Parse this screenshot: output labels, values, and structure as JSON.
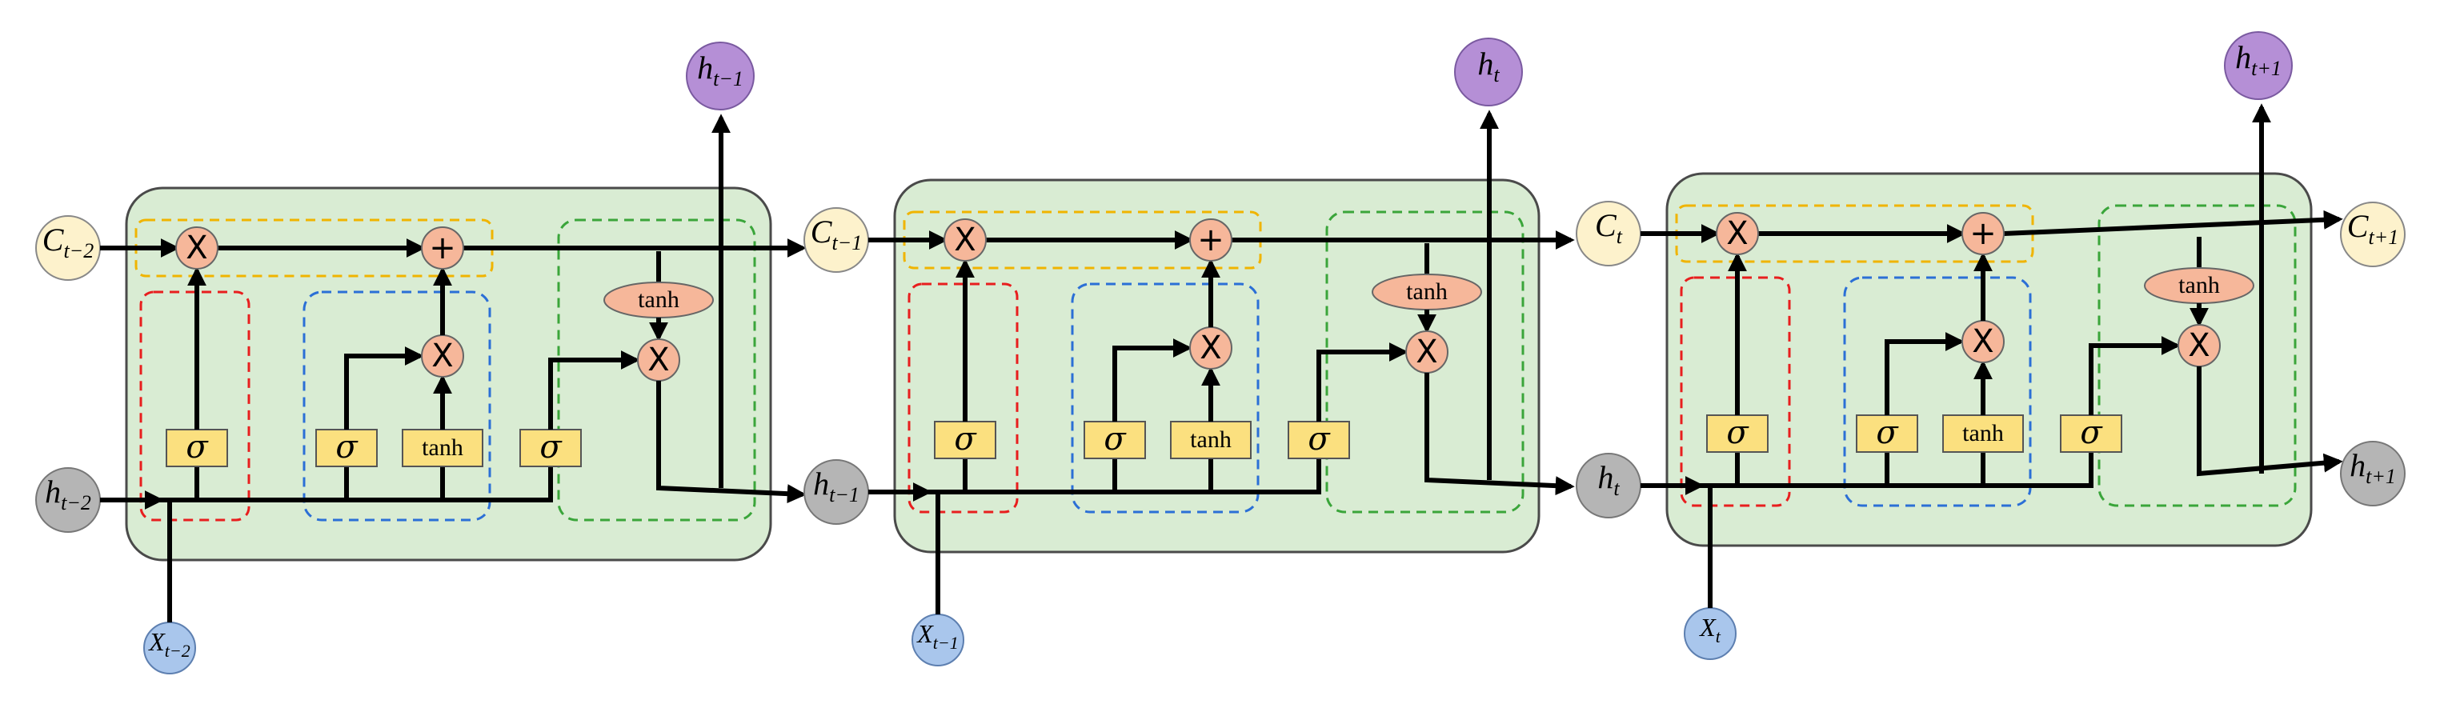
{
  "symbols": {
    "sigma": "σ",
    "tanh": "tanh",
    "multiply": "X",
    "add": "+"
  },
  "cells": [
    {
      "inputs": {
        "c_prev": {
          "base": "C",
          "sub": "t−2"
        },
        "h_prev": {
          "base": "h",
          "sub": "t−2"
        },
        "x": {
          "base": "X",
          "sub": "t−2"
        }
      },
      "outputs": {
        "h_top": {
          "base": "h",
          "sub": "t−1"
        }
      }
    },
    {
      "inputs": {
        "c_prev": {
          "base": "C",
          "sub": "t−1"
        },
        "h_prev": {
          "base": "h",
          "sub": "t−1"
        },
        "x": {
          "base": "X",
          "sub": "t−1"
        }
      },
      "outputs": {
        "h_top": {
          "base": "h",
          "sub": "t"
        }
      }
    },
    {
      "inputs": {
        "c_prev": {
          "base": "C",
          "sub": "t"
        },
        "h_prev": {
          "base": "h",
          "sub": "t"
        },
        "x": {
          "base": "X",
          "sub": "t"
        }
      },
      "outputs": {
        "h_top": {
          "base": "h",
          "sub": "t+1"
        },
        "c_next": {
          "base": "C",
          "sub": "t+1"
        },
        "h_next": {
          "base": "h",
          "sub": "t+1"
        }
      }
    }
  ]
}
